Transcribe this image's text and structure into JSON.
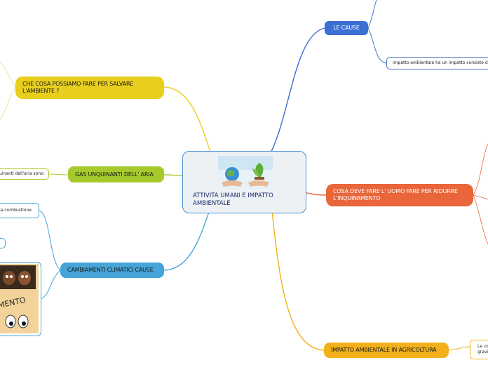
{
  "colors": {
    "center_border": "#4a90d9",
    "le_cause": "#3b6fd4",
    "cosa_deve": "#e9653a",
    "agricoltura": "#f2b11a",
    "che_cosa": "#e8cf1e",
    "gas": "#a6c92c",
    "cambiamenti": "#46a4d8"
  },
  "center": {
    "title": "ATTIVITA UMANI E IMPATTO AMBIENTALE",
    "image_icon": "hands-globe-plant-image"
  },
  "right": {
    "le_cause": "LE CAUSE",
    "le_cause_leaf": "impatto  ambientale  ha un  impatto consiste di d",
    "cosa_deve": "COSA DEVE FARE L' UOMO  FARE PER RIDURRE L'INQUINAMENTO",
    "agricoltura": "IMPATTO AMBIENTALE IN AGRICOLTURA",
    "agricoltura_leaf": "Le co gravi"
  },
  "left": {
    "che_cosa": "CHE COSA POSSIAMO FARE PER SALVARE L'AMBIENTE ?",
    "gas": "GAS UNQUINANTI DELL' ARIA",
    "gas_leaf": "uinanti dell'aria sono:",
    "cambiamenti": "CAMBIAMENTI CLIMATICI CAUSE",
    "cambiamenti_leaf": "la combustione",
    "cartoon_text": "MENTO",
    "cartoon_icon": "cartoon-animals-eyes-image"
  }
}
